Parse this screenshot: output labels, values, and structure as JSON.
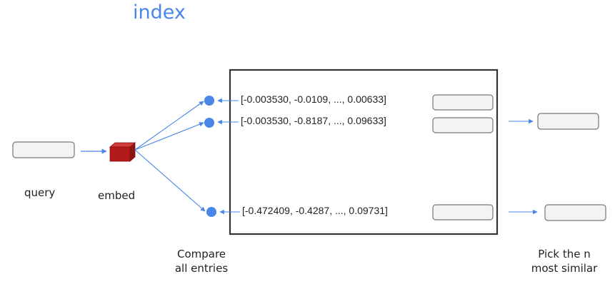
{
  "diagram": {
    "title": "index",
    "query_label": "query",
    "embed_label": "embed",
    "compare_caption": {
      "line1": "Compare",
      "line2": "all entries"
    },
    "pick_caption": {
      "line1": "Pick the n",
      "line2": "most similar"
    },
    "entries": [
      {
        "vector": "[-0.003530, -0.0109, ..., 0.00633]",
        "selected": false
      },
      {
        "vector": "[-0.003530, -0.8187, ..., 0.09633]",
        "selected": true
      },
      {
        "vector": "[-0.472409, -0.4287, ..., 0.09731]",
        "selected": true
      }
    ],
    "colors": {
      "accent": "#4a86e8",
      "embed_cube": "#b31b1b",
      "box_border": "#333333",
      "field_border": "#777777",
      "field_fill": "#f3f3f3"
    },
    "icons": {
      "embed": "cube-icon",
      "compare_point": "dot-icon"
    }
  }
}
